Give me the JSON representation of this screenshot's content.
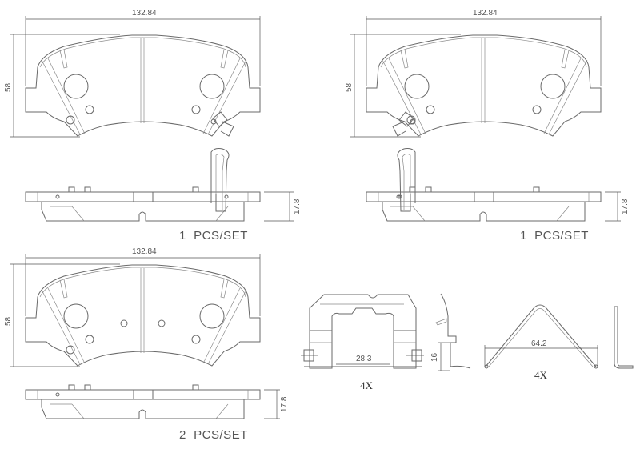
{
  "drawings": {
    "pad_a": {
      "width": "132.84",
      "height": "58",
      "thickness": "17.8",
      "quantity": "1  PCS/SET"
    },
    "pad_b": {
      "width": "132.84",
      "height": "58",
      "thickness": "17.8",
      "quantity": "1  PCS/SET"
    },
    "pad_c": {
      "width": "132.84",
      "height": "58",
      "thickness": "17.8",
      "quantity": "2  PCS/SET"
    },
    "clip": {
      "width": "28.3",
      "height": "16",
      "quantity": "4X"
    },
    "spring": {
      "width": "64.2",
      "quantity": "4X"
    }
  }
}
